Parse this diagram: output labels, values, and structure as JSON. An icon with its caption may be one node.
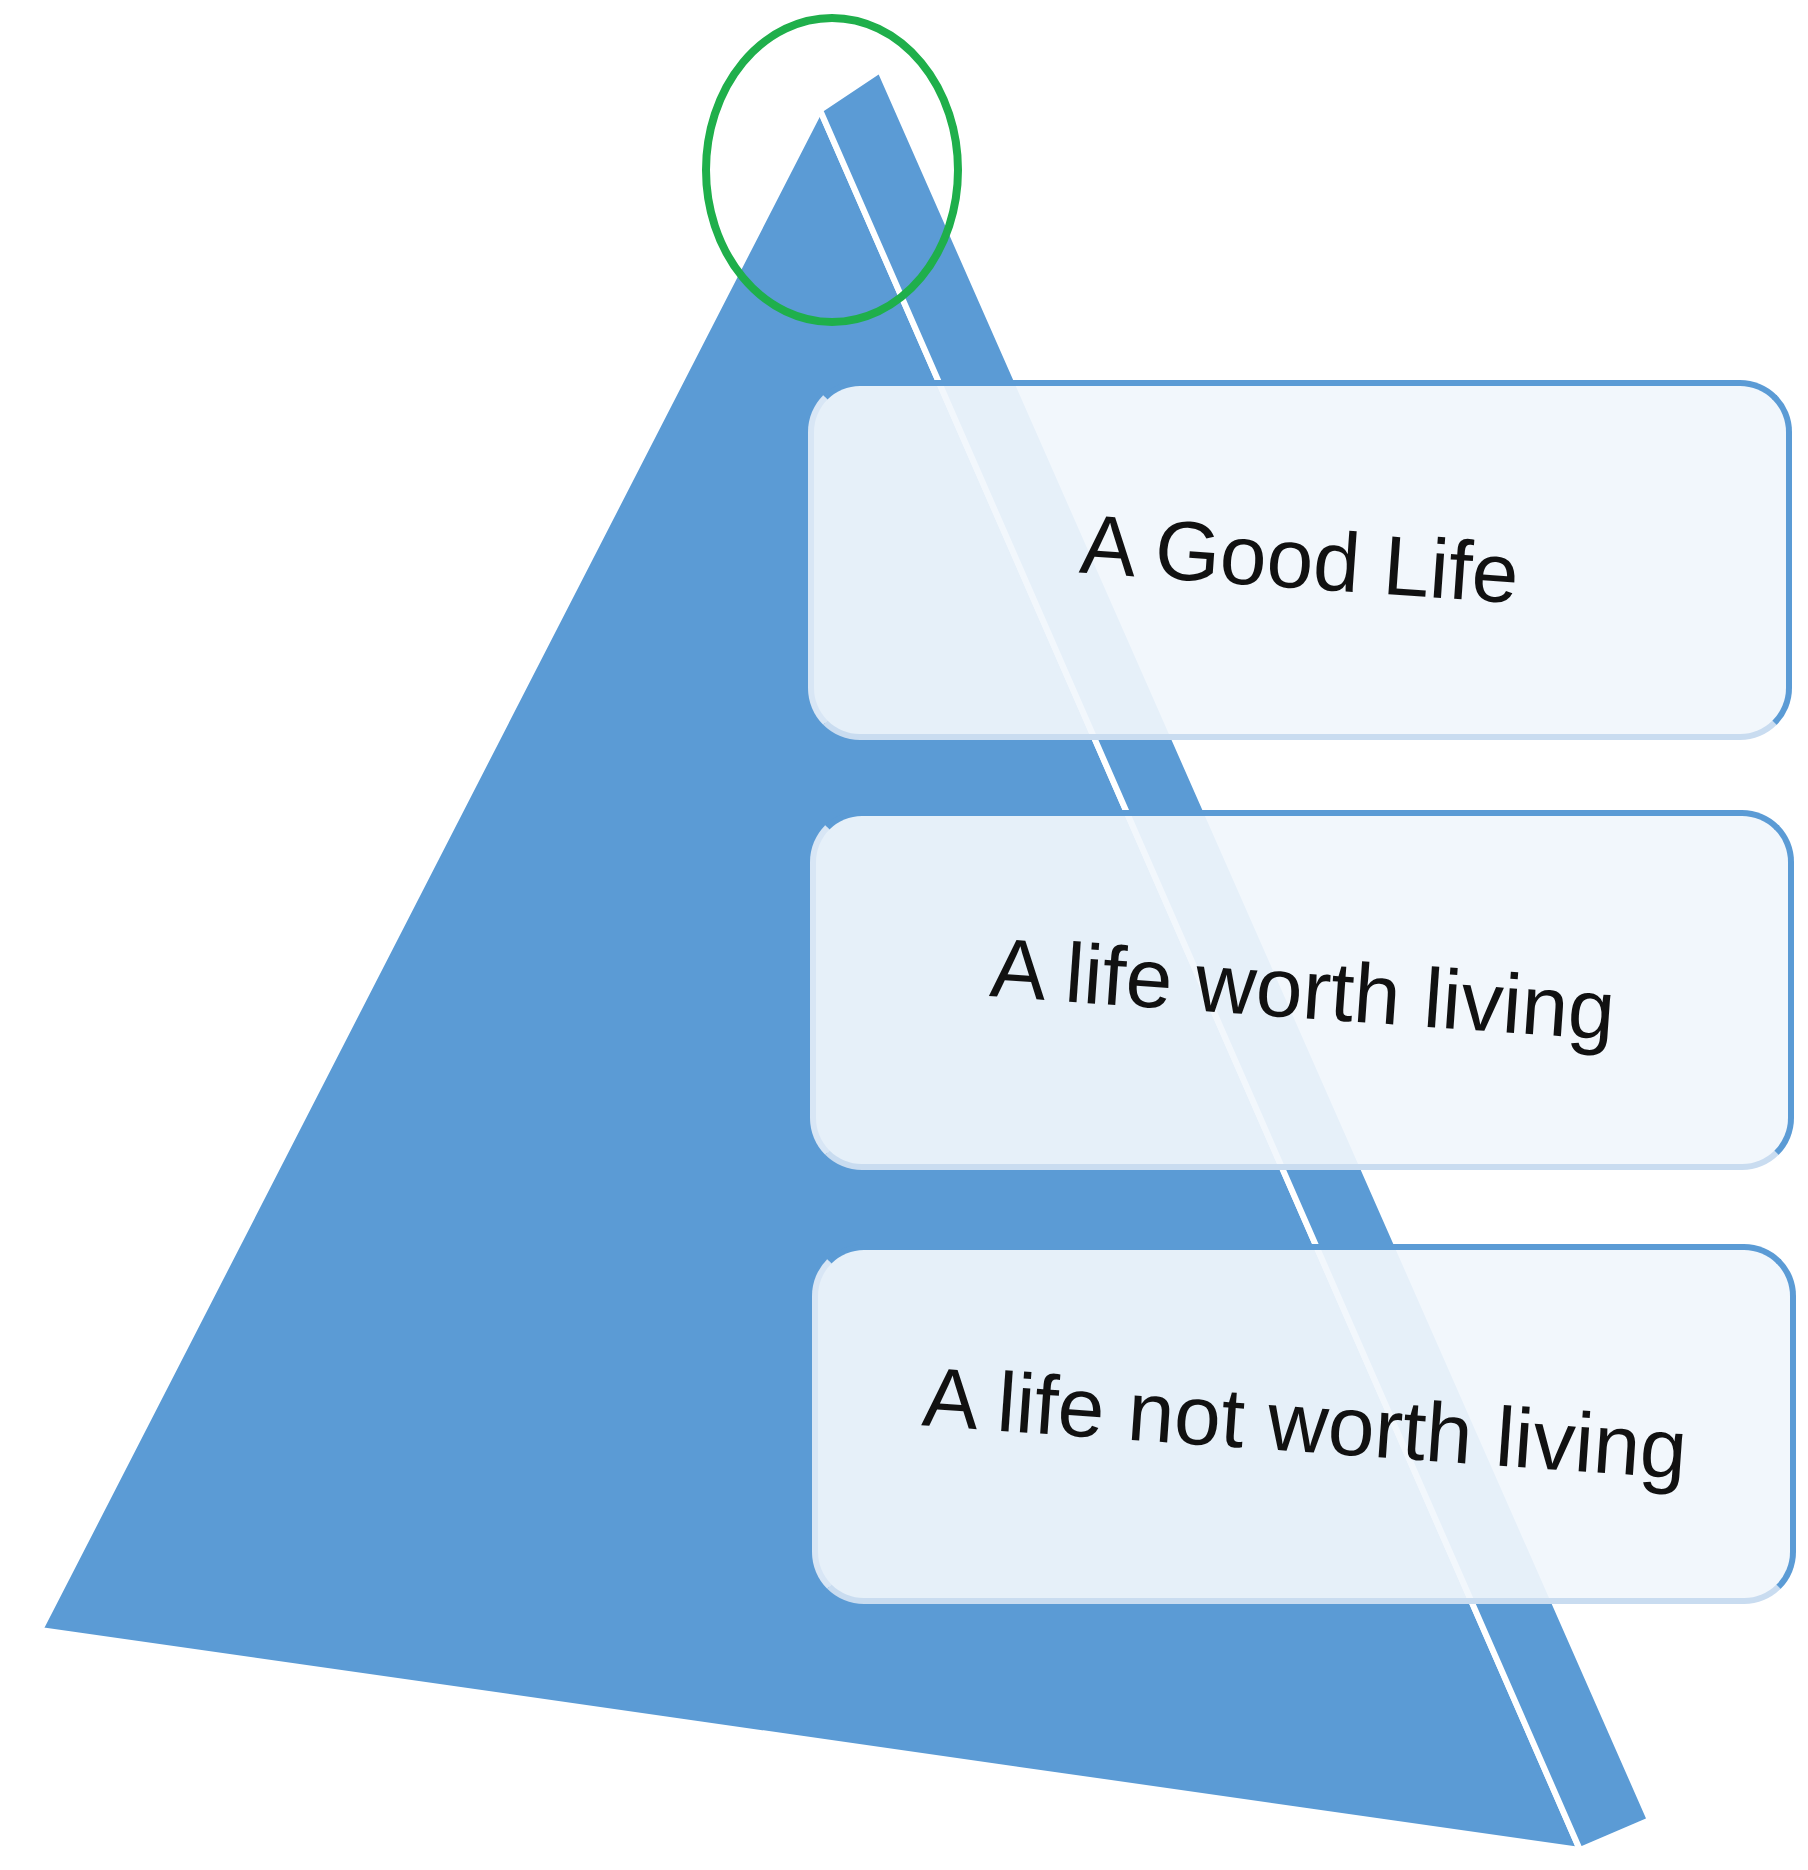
{
  "diagram": {
    "nodes": [
      {
        "text": [
          "A Good Life"
        ]
      },
      {
        "text": [
          "A life worth living"
        ]
      },
      {
        "text": [
          "A life not worth living"
        ]
      }
    ]
  }
}
